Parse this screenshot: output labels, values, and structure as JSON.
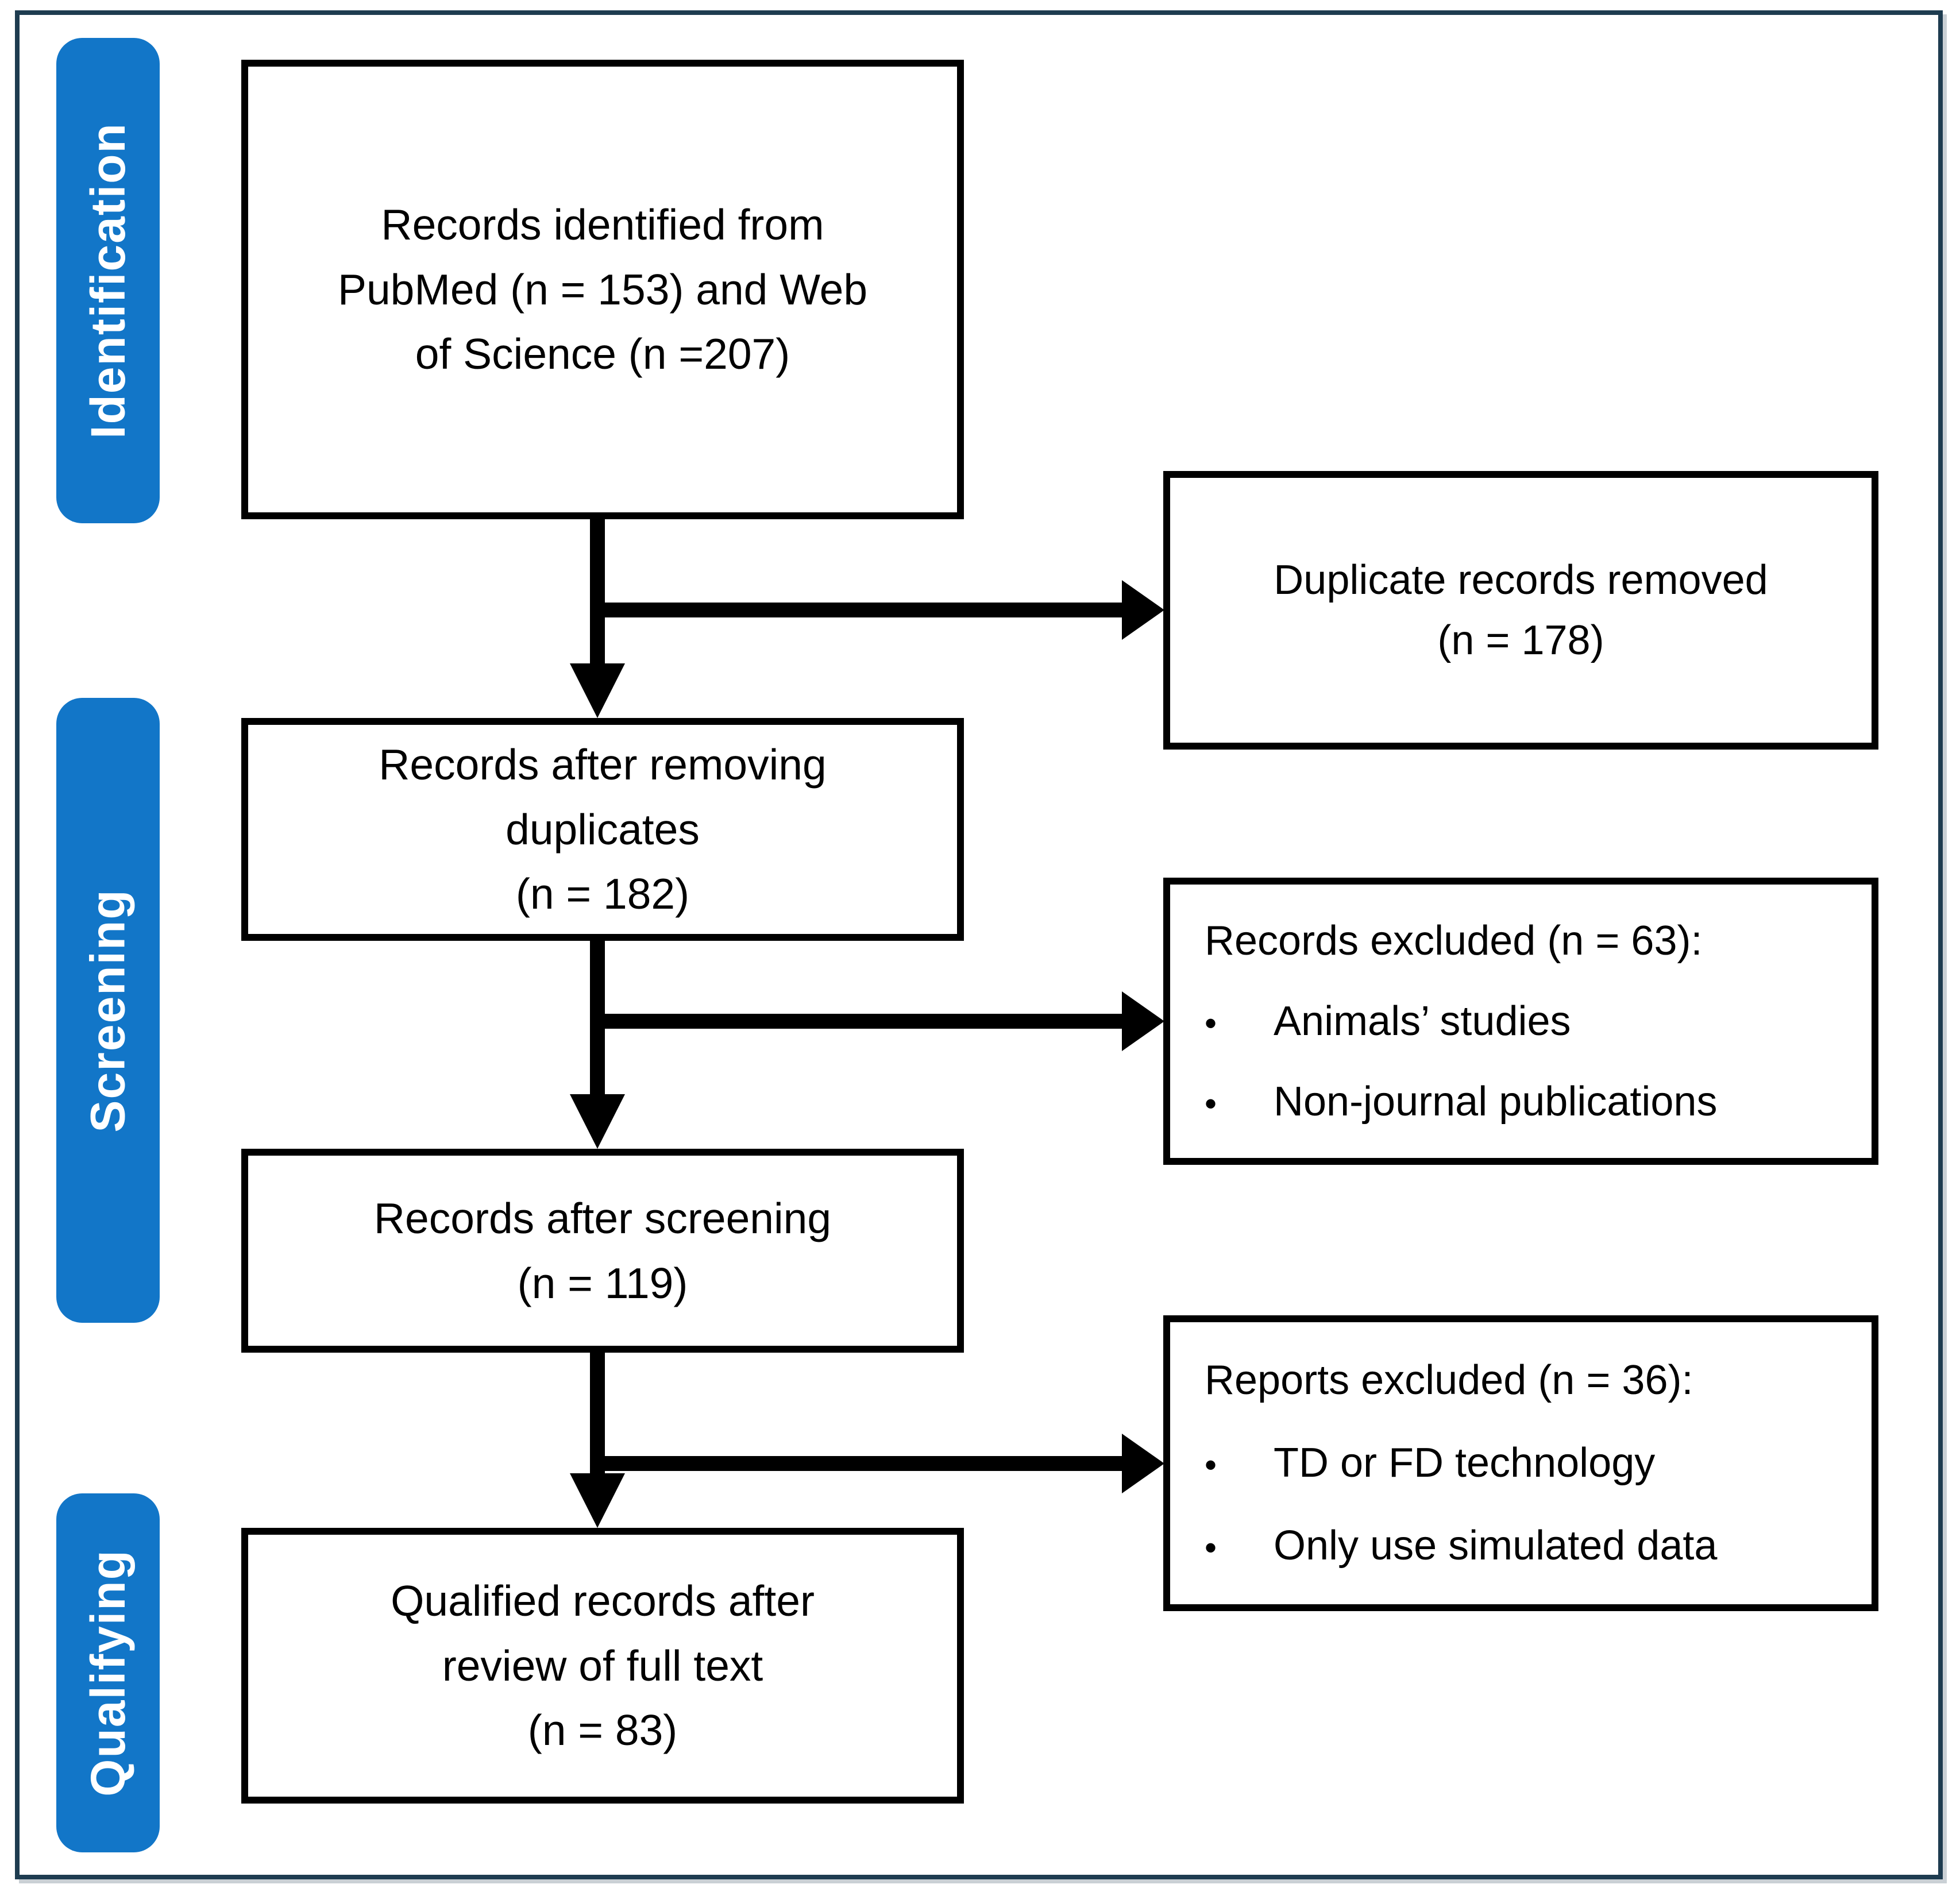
{
  "figure": {
    "colors": {
      "stage_fill": "#1276C8",
      "stage_text": "#FFFFFF",
      "box_border": "#000000",
      "frame_border": "#1E3C50",
      "arrow": "#000000",
      "background": "#FFFFFF"
    },
    "stages": [
      {
        "label": "Identification"
      },
      {
        "label": "Screening"
      },
      {
        "label": "Qualifying"
      }
    ],
    "flow_boxes": [
      {
        "text": "Records identified from\nPubMed (n = 153) and Web\nof Science (n =207)"
      },
      {
        "text": "Records after removing\nduplicates\n(n = 182)"
      },
      {
        "text": "Records after screening\n(n = 119)"
      },
      {
        "text": "Qualified records after\nreview of full text\n(n = 83)"
      }
    ],
    "side_boxes": [
      {
        "text": "Duplicate records removed\n(n = 178)"
      },
      {
        "title": "Records excluded (n = 63):",
        "items": [
          "Animals’ studies",
          "Non-journal publications"
        ]
      },
      {
        "title": "Reports excluded (n = 36):",
        "items": [
          "TD or FD technology",
          "Only use simulated data"
        ]
      }
    ],
    "ui": {
      "bullet_glyph": "•"
    }
  }
}
